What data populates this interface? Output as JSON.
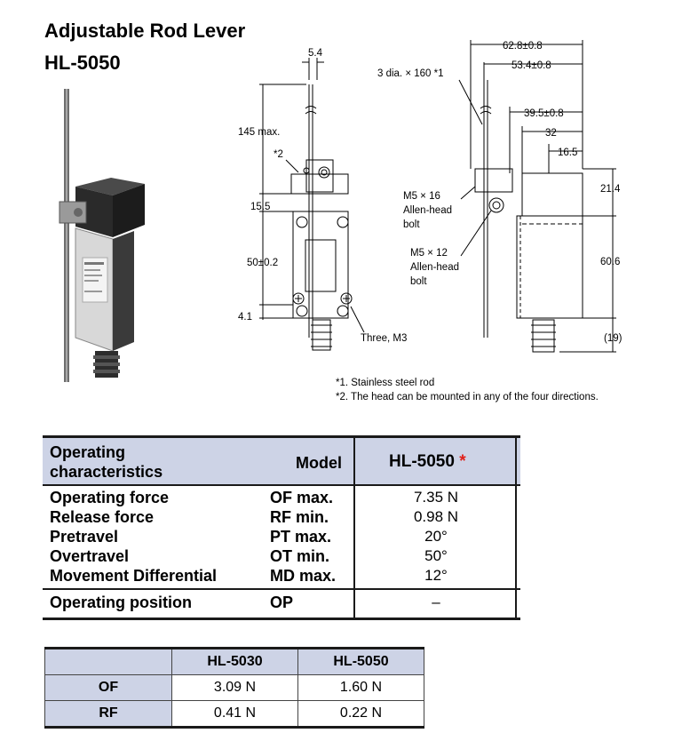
{
  "title": {
    "line1": "Adjustable Rod Lever",
    "line2": "HL-5050"
  },
  "drawing": {
    "front_dims": {
      "d54": "5.4",
      "d145": "145 max.",
      "n2": "*2",
      "d155": "15.5",
      "d50": "50±0.2",
      "d41": "4.1",
      "three_m3": "Three, M3"
    },
    "side_dims": {
      "d628": "62.8±0.8",
      "d534": "53.4±0.8",
      "rod": "3 dia. × 160 *1",
      "d395": "39.5±0.8",
      "d32": "32",
      "d165": "16.5",
      "d214": "21.4",
      "d606": "60.6",
      "d19": "(19)",
      "m16_1": "M5 × 16",
      "m16_2": "Allen-head",
      "m16_3": "bolt",
      "m12_1": "M5 × 12",
      "m12_2": "Allen-head",
      "m12_3": "bolt"
    },
    "notes": [
      "*1. Stainless steel rod",
      "*2. The head can be mounted in any of the four directions."
    ]
  },
  "characteristics": {
    "header_col1_line1": "Operating",
    "header_col1_line2": "characteristics",
    "header_col2": "Model",
    "header_model": "HL-5050",
    "header_star": "*",
    "rows": [
      {
        "name": "Operating force",
        "abbr": "OF max.",
        "value": "7.35 N"
      },
      {
        "name": "Release force",
        "abbr": "RF min.",
        "value": "0.98 N"
      },
      {
        "name": "Pretravel",
        "abbr": "PT max.",
        "value": "20°"
      },
      {
        "name": "Overtravel",
        "abbr": "OT min.",
        "value": "50°"
      },
      {
        "name": "Movement Differential",
        "abbr": "MD max.",
        "value": "12°"
      }
    ],
    "op": {
      "name": "Operating position",
      "abbr": "OP",
      "value": "–"
    }
  },
  "force_table": {
    "headers": [
      "",
      "HL-5030",
      "HL-5050"
    ],
    "rows": [
      {
        "label": "OF",
        "v1": "3.09 N",
        "v2": "1.60 N"
      },
      {
        "label": "RF",
        "v1": "0.41 N",
        "v2": "0.22 N"
      }
    ]
  }
}
